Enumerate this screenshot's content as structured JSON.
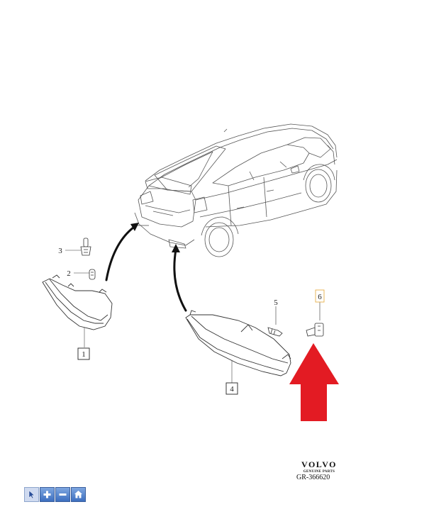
{
  "callouts": {
    "c1": "1",
    "c2": "2",
    "c3": "3",
    "c4": "4",
    "c5": "5",
    "c6": "6"
  },
  "brand": {
    "name": "VOLVO",
    "subtitle": "GENUINE PARTS",
    "reference": "GR-366620"
  },
  "toolbar": {
    "buttons": [
      "pointer-icon",
      "zoom-in-icon",
      "zoom-out-icon",
      "home-icon"
    ]
  },
  "colors": {
    "arrow": "#e31b23",
    "line": "#444444",
    "toolbar": "#3d6fc0",
    "highlight": "#e8b04a"
  }
}
